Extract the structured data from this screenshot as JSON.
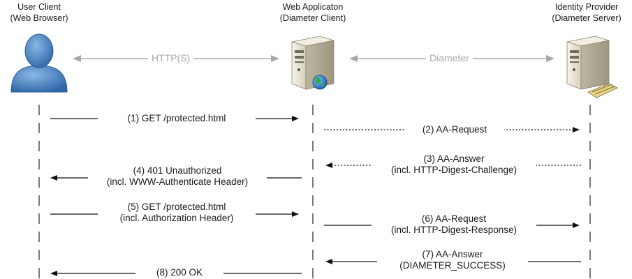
{
  "participants": [
    {
      "id": "client",
      "line1": "User Client",
      "line2": "(Web Browser)",
      "icon": "user-icon"
    },
    {
      "id": "app",
      "line1": "Web Applicaton",
      "line2": "(Diameter Client)",
      "icon": "web-server-icon"
    },
    {
      "id": "idp",
      "line1": "Identity Provider",
      "line2": "(Diameter Server)",
      "icon": "diameter-server-icon"
    }
  ],
  "protocols": {
    "left": "HTTP(S)",
    "right": "Diameter"
  },
  "messages": [
    {
      "id": "m1",
      "line1": "(1) GET /protected.html",
      "line2": "",
      "from": "client",
      "to": "app",
      "style": "solid"
    },
    {
      "id": "m2",
      "line1": "(2) AA-Request",
      "line2": "",
      "from": "app",
      "to": "idp",
      "style": "dotted"
    },
    {
      "id": "m3",
      "line1": "(3) AA-Answer",
      "line2": "(incl. HTTP-Digest-Challenge)",
      "from": "idp",
      "to": "app",
      "style": "dotted"
    },
    {
      "id": "m4",
      "line1": "(4) 401 Unauthorized",
      "line2": "(incl. WWW-Authenticate Header)",
      "from": "app",
      "to": "client",
      "style": "solid"
    },
    {
      "id": "m5",
      "line1": "(5) GET /protected.html",
      "line2": "(incl. Authorization Header)",
      "from": "client",
      "to": "app",
      "style": "solid"
    },
    {
      "id": "m6",
      "line1": "(6) AA-Request",
      "line2": "(incl. HTTP-Digest-Response)",
      "from": "app",
      "to": "idp",
      "style": "solid"
    },
    {
      "id": "m7",
      "line1": "(7) AA-Answer",
      "line2": "(DIAMETER_SUCCESS)",
      "from": "idp",
      "to": "app",
      "style": "solid"
    },
    {
      "id": "m8",
      "line1": "(8) 200 OK",
      "line2": "",
      "from": "app",
      "to": "client",
      "style": "solid"
    }
  ],
  "colors": {
    "person": "#4a86c8",
    "person_dark": "#2c5f95",
    "server_body": "#ece8dc",
    "server_shade": "#c9c3b0",
    "globe": "#2a7fd0",
    "globe_land": "#3aa843",
    "arrow": "#111111",
    "protocol_arrow": "#a8a8a8",
    "lifeline": "#222222"
  }
}
